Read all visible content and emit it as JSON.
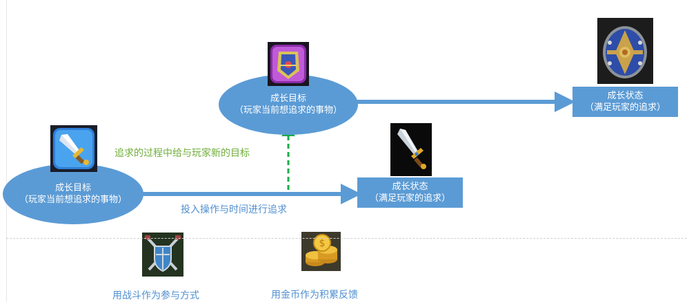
{
  "nodes": {
    "goal_bottom": {
      "title": "成长目标",
      "subtitle": "（玩家当前想追求的事物）"
    },
    "goal_top": {
      "title": "成长目标",
      "subtitle": "（玩家当前想追求的事物）"
    },
    "state_middle": {
      "title": "成长状态",
      "subtitle": "（满足玩家的追求）"
    },
    "state_right": {
      "title": "成长状态",
      "subtitle": "（满足玩家的追求）"
    }
  },
  "edges": {
    "pursue_label": "投入操作与时间进行追求",
    "new_goal_label": "追求的过程中给与玩家新的目标"
  },
  "footer": {
    "combat_label": "用战斗作为参与方式",
    "coins_label": "用金币作为积累反馈"
  },
  "colors": {
    "node_fill": "#5b9bd5",
    "arrow_blue": "#5b9bd5",
    "arrow_green": "#1aab4a",
    "label_blue": "#4f8fd0",
    "label_green": "#6fae3a"
  },
  "icons": {
    "goal_bottom": "sword-icon",
    "goal_top": "shield-gem-icon",
    "state_middle": "sword-icon",
    "state_right": "shield-icon",
    "combat": "crossed-swords-shield-icon",
    "coins": "gold-coins-icon"
  }
}
